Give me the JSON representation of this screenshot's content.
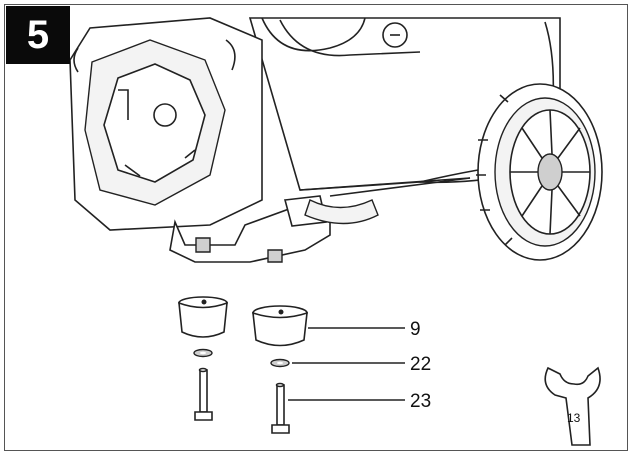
{
  "step": {
    "number": "5"
  },
  "callouts": [
    {
      "label": "9",
      "part": "rubber-foot"
    },
    {
      "label": "22",
      "part": "washer"
    },
    {
      "label": "23",
      "part": "bolt"
    }
  ],
  "wrench": {
    "size_label": "13"
  },
  "icons": [
    "compressor-body",
    "wheel",
    "rubber-foot",
    "washer",
    "bolt",
    "wrench"
  ]
}
